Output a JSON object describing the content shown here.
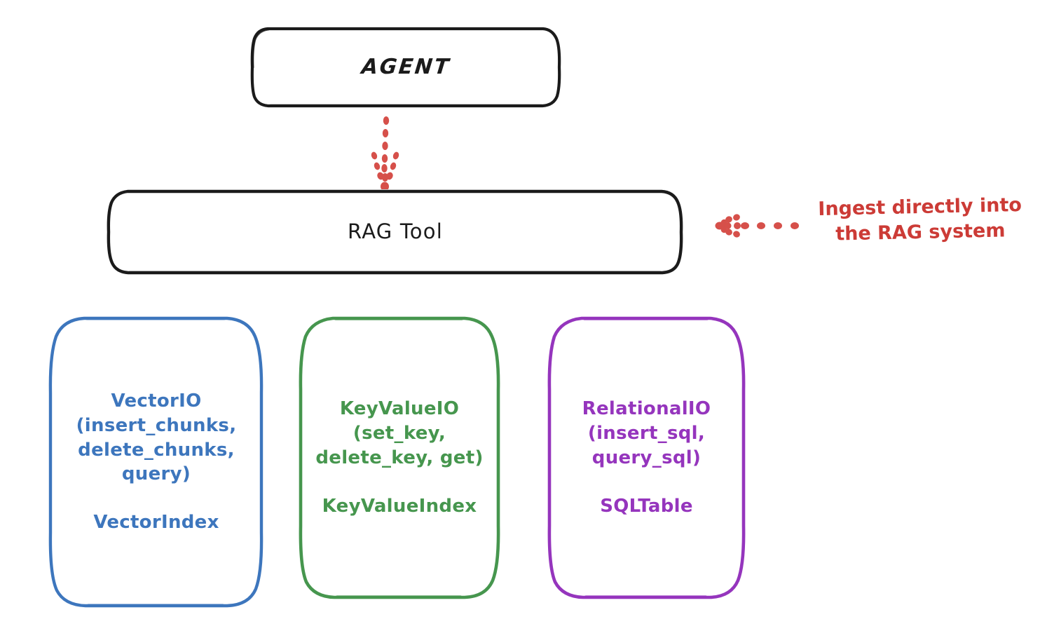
{
  "diagram": {
    "title_text": "AGENT",
    "background_color": "#ffffff",
    "nodes": {
      "agent": {
        "label": "AGENT",
        "stroke_color": "#1b1b1b",
        "fill_color": "#ffffff"
      },
      "rag_tool": {
        "label": "RAG Tool",
        "stroke_color": "#1b1b1b",
        "fill_color": "#ffffff"
      },
      "vectorio": {
        "primary_label": "VectorIO\n(insert_chunks,\ndelete_chunks,\nquery)",
        "secondary_label": "VectorIndex",
        "stroke_color": "#3d76bd",
        "text_color": "#3d76bd",
        "fill_color": "#ffffff"
      },
      "keyvalueio": {
        "primary_label": "KeyValueIO\n(set_key,\ndelete_key, get)",
        "secondary_label": "KeyValueIndex",
        "stroke_color": "#46964e",
        "text_color": "#46964e",
        "fill_color": "#ffffff"
      },
      "relationalio": {
        "primary_label": "RelationalIO\n(insert_sql,\nquery_sql)",
        "secondary_label": "SQLTable",
        "stroke_color": "#9535bd",
        "text_color": "#9535bd",
        "fill_color": "#ffffff"
      }
    },
    "annotations": {
      "ingest": {
        "text": "Ingest directly into\nthe RAG system",
        "color": "#cc3b36"
      }
    },
    "connectors": {
      "agent_to_rag": {
        "style": "dotted",
        "color": "#d6504a",
        "direction": "down",
        "arrowhead": true
      },
      "annotation_to_rag": {
        "style": "dotted",
        "color": "#d6504a",
        "direction": "left",
        "arrowhead": true
      }
    }
  }
}
